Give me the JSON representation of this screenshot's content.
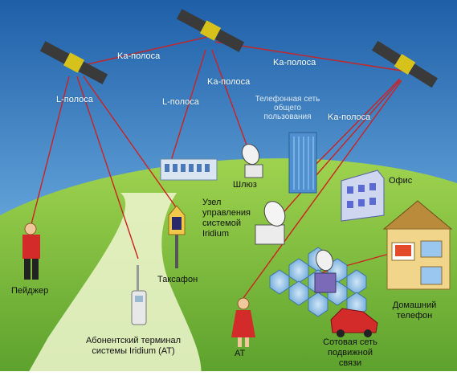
{
  "diagram": {
    "band_labels": {
      "ka_left": "Ka-полоса",
      "ka_right": "Ka-полоса",
      "ka_mid": "Ka-полоса",
      "ka_lower": "Ka-полоса",
      "l_left": "L-полоса",
      "l_mid": "L-полоса"
    },
    "nodes": {
      "pstn": "Телефонная сеть общего пользования",
      "gateway": "Шлюз",
      "office": "Офис",
      "control_node": "Узел управления системой Iridium",
      "pager": "Пейджер",
      "payphone": "Таксафон",
      "home_phone": "Домашний телефон",
      "subscriber_terminal": "Абонентский терминал системы Iridium (АТ)",
      "at": "АТ",
      "cellular": "Сотовая сеть подвижной связи"
    },
    "colors": {
      "sky_top": "#1e5fa8",
      "sky_bottom": "#cfe3f3",
      "ground": "#8cc63f",
      "ground_dark": "#5aa02c",
      "beam": "#cc2222",
      "satellite_panel": "#3a3a3a",
      "satellite_body": "#d6c21a"
    }
  }
}
